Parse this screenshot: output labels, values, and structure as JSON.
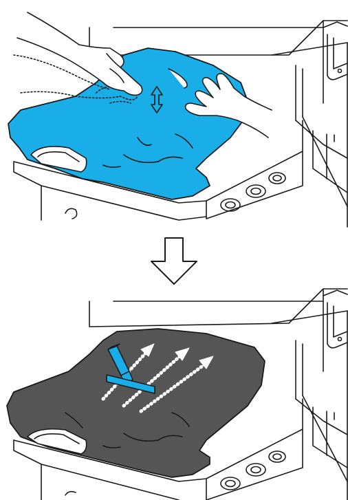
{
  "diagram": {
    "panels": [
      {
        "id": "top",
        "step": 1,
        "garment_color": "#1aaee8",
        "action": "hands-smoothing-shirt",
        "icons": [
          "vertical-double-arrow-icon"
        ]
      },
      {
        "id": "bottom",
        "step": 2,
        "garment_color": "#555555",
        "action": "roller-flattening-shirt",
        "icons": [
          "roller-icon",
          "dotted-arrow-icon"
        ]
      }
    ],
    "transition_icon": "down-arrow-icon",
    "colors": {
      "outline": "#1a1a1a",
      "accent": "#1aaee8",
      "dark_garment": "#555555",
      "machine": "#ffffff"
    }
  }
}
